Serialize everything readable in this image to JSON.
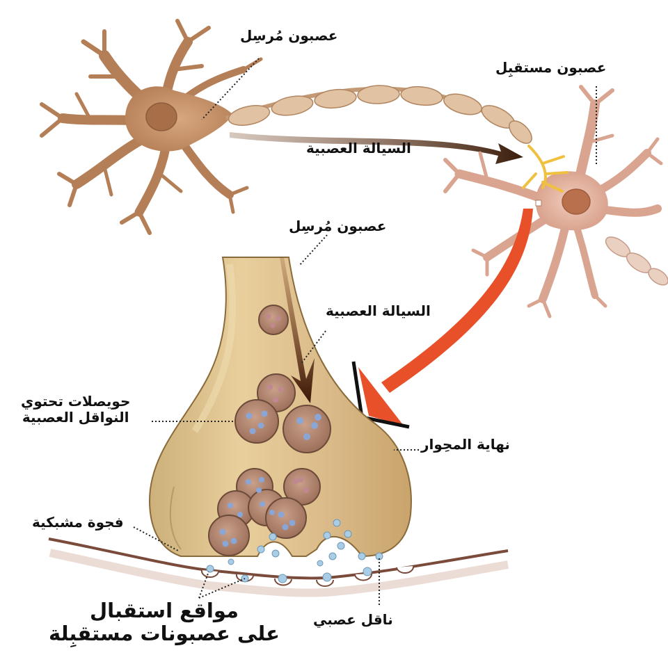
{
  "labels": {
    "presynaptic_top": "عصبون مُرسِل",
    "postsynaptic": "عصبون مستقبِل",
    "nerve_impulse_top": "السيالة العصبية",
    "presynaptic_mid": "عصبون مُرسِل",
    "nerve_impulse_mid": "السيالة العصبية",
    "vesicles_line1": "حويصلات تحتوي",
    "vesicles_line2": "النواقل العصبية",
    "axon_terminal": "نهاية المحِوار",
    "synaptic_cleft": "فجوة مشبكية",
    "receptor_line1": "مواقع استقبال",
    "receptor_line2": "على عصبونات مستقبِلة",
    "neurotransmitter": "ناقل عصبي"
  },
  "colors": {
    "neuron_sender": "#c9946a",
    "neuron_receiver": "#e2b3a0",
    "axon_terminal": "#dcc18f",
    "impulse_arrow": "#4a2a14",
    "zoom_arrow": "#e8502a",
    "vesicle": "#b78a72",
    "transmitter": "#a9cde4",
    "membrane": "#7a4a3a",
    "dendrite_tips": "#f0c040"
  }
}
